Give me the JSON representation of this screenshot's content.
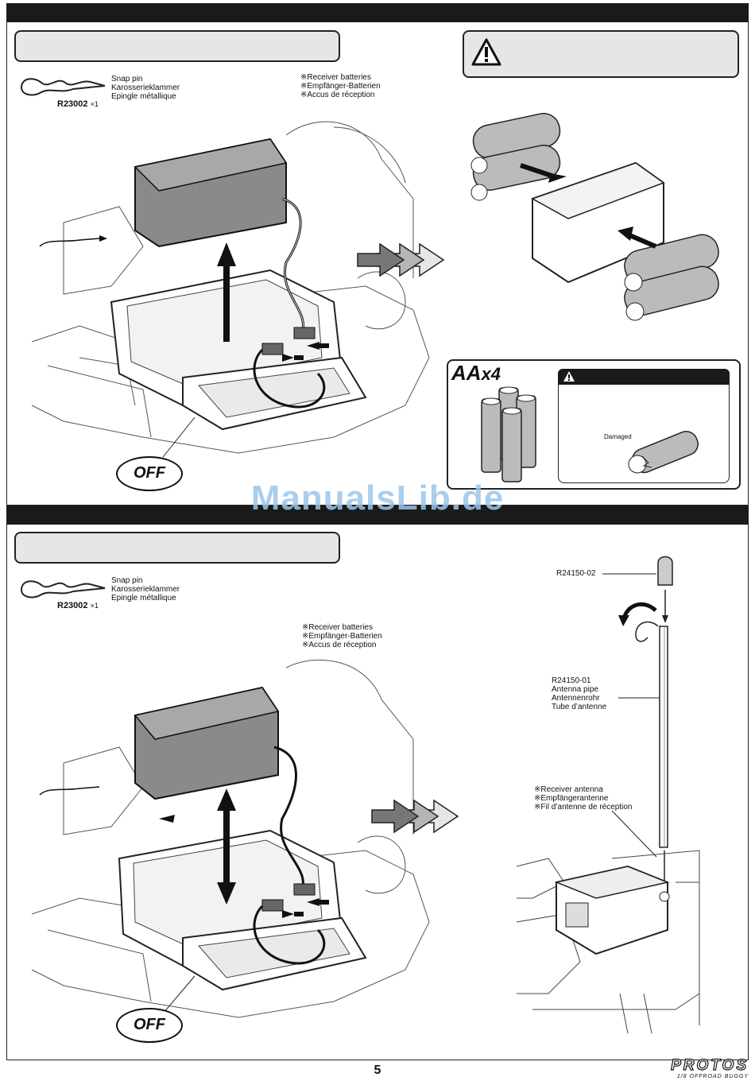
{
  "top_section": {
    "snap_pin": {
      "lines": [
        "Snap pin",
        "Karosserieklammer",
        "Epingle métallique"
      ],
      "part_no": "R23002",
      "qty": "×1"
    },
    "receiver_batteries": [
      "Receiver batteries",
      "Empfänger-Batterien",
      "Accus de réception"
    ],
    "off_label": "OFF",
    "battery_size": "AA",
    "battery_qty": "x4",
    "damaged_label": "Damaged"
  },
  "bottom_section": {
    "snap_pin": {
      "lines": [
        "Snap pin",
        "Karosserieklammer",
        "Epingle métallique"
      ],
      "part_no": "R23002",
      "qty": "×1"
    },
    "receiver_batteries": [
      "Receiver batteries",
      "Empfänger-Batterien",
      "Accus de réception"
    ],
    "off_label": "OFF",
    "antenna_cap_part": "R24150-02",
    "antenna_pipe": {
      "part_no": "R24150-01",
      "lines": [
        "Antenna pipe",
        "Antennenrohr",
        "Tube d’antenne"
      ]
    },
    "receiver_antenna": [
      "Receiver antenna",
      "Empfängerantenne",
      "Fil d’antenne de réception"
    ]
  },
  "watermark": "ManualsLib.de",
  "page_number": "5",
  "brand": {
    "name": "PROTOS",
    "tagline": "1/8 OFFROAD BUGGY"
  }
}
